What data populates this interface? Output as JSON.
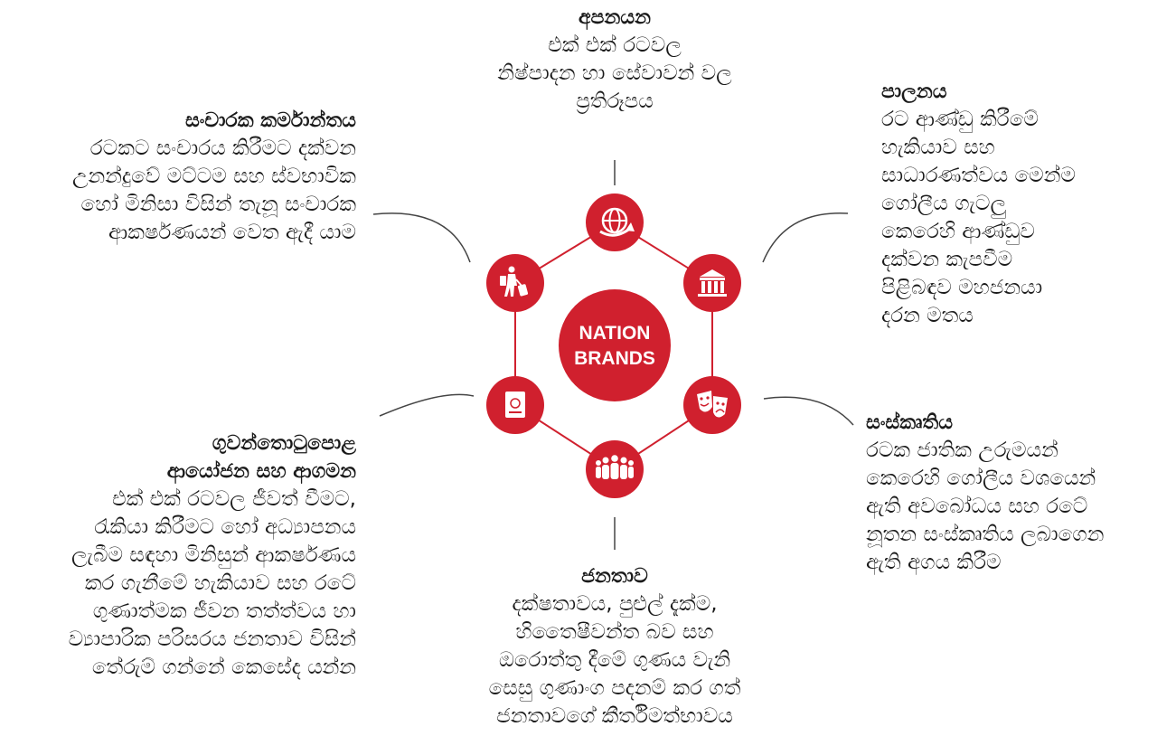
{
  "center": {
    "line1": "NATION",
    "line2": "BRANDS"
  },
  "colors": {
    "accent": "#d0202e",
    "ring": "#d0202e",
    "connector": "#444444"
  },
  "nodes": [
    {
      "id": "exports",
      "icon": "globe-export-icon"
    },
    {
      "id": "governance",
      "icon": "government-building-icon"
    },
    {
      "id": "culture",
      "icon": "theatre-masks-icon"
    },
    {
      "id": "people",
      "icon": "people-group-icon"
    },
    {
      "id": "investment",
      "icon": "passport-icon"
    },
    {
      "id": "tourism",
      "icon": "traveler-luggage-icon"
    }
  ],
  "exports": {
    "title": "අපනයන",
    "lines": [
      "එක් එක් රටවල",
      "නිෂ්පාදන හා සේවාවන් වල",
      "ප්‍රතිරූපය"
    ]
  },
  "governance": {
    "title": "පාලනය",
    "lines": [
      "රට ආණ්ඩු කිරීමේ",
      "හැකියාව සහ",
      "සාධාරණත්වය මෙන්ම",
      "ගෝලීය ගැටලු",
      "කෙරෙහි ආණ්ඩුව",
      "දක්වන කැපවීම",
      "පිළිබඳව මහජනයා",
      "දරන මතය"
    ]
  },
  "culture": {
    "title": "සංස්කෘතිය",
    "lines": [
      "රටක ජාතික උරුමයන්",
      "කෙරෙහි ගෝලීය වශයෙන්",
      "ඇති අවබෝධය සහ රටේ",
      "නූතන සංස්කෘතිය ලබාගෙන",
      "ඇති අගය කිරීම"
    ]
  },
  "people": {
    "title": "ජනතාව",
    "lines": [
      "දක්ෂතාවය, පුළුල් දැක්ම,",
      "හිතෛෂීවන්ත බව සහ",
      "ඔරොත්තු දීමේ ගුණය වැනි",
      "සෙසු ගුණාංග පදනම් කර ගත්",
      "ජනතාවගේ කීර්තිමත්භාවය"
    ]
  },
  "investment": {
    "title1": "ගුවන්තොටුපොළ",
    "title2": "ආයෝජන සහ ආගමන",
    "lines": [
      "එක් එක් රටවල ජීවත් වීමට,",
      "රැකියා කිරීමට හෝ අධ්‍යාපනය",
      "ලැබීම සඳහා මිනිසුන් ආකර්ෂණය",
      "කර ගැනීමේ හැකියාව සහ රටේ",
      "ගුණාත්මක ජීවන තත්ත්වය හා",
      "ව්‍යාපාරික පරිසරය ජනතාව විසින්",
      "තේරුම් ගන්නේ කෙසේද යන්න"
    ]
  },
  "tourism": {
    "title": "සංචාරක කර්මාන්තය",
    "lines": [
      "රටකට සංචාරය කිරීමට දක්වන",
      "උනන්දුවේ මට්ටම සහ ස්වභාවික",
      "හෝ මිනිසා විසින් තැනූ සංචාරක",
      "ආකර්ෂණයන් වෙත ඇදී යාම"
    ]
  }
}
